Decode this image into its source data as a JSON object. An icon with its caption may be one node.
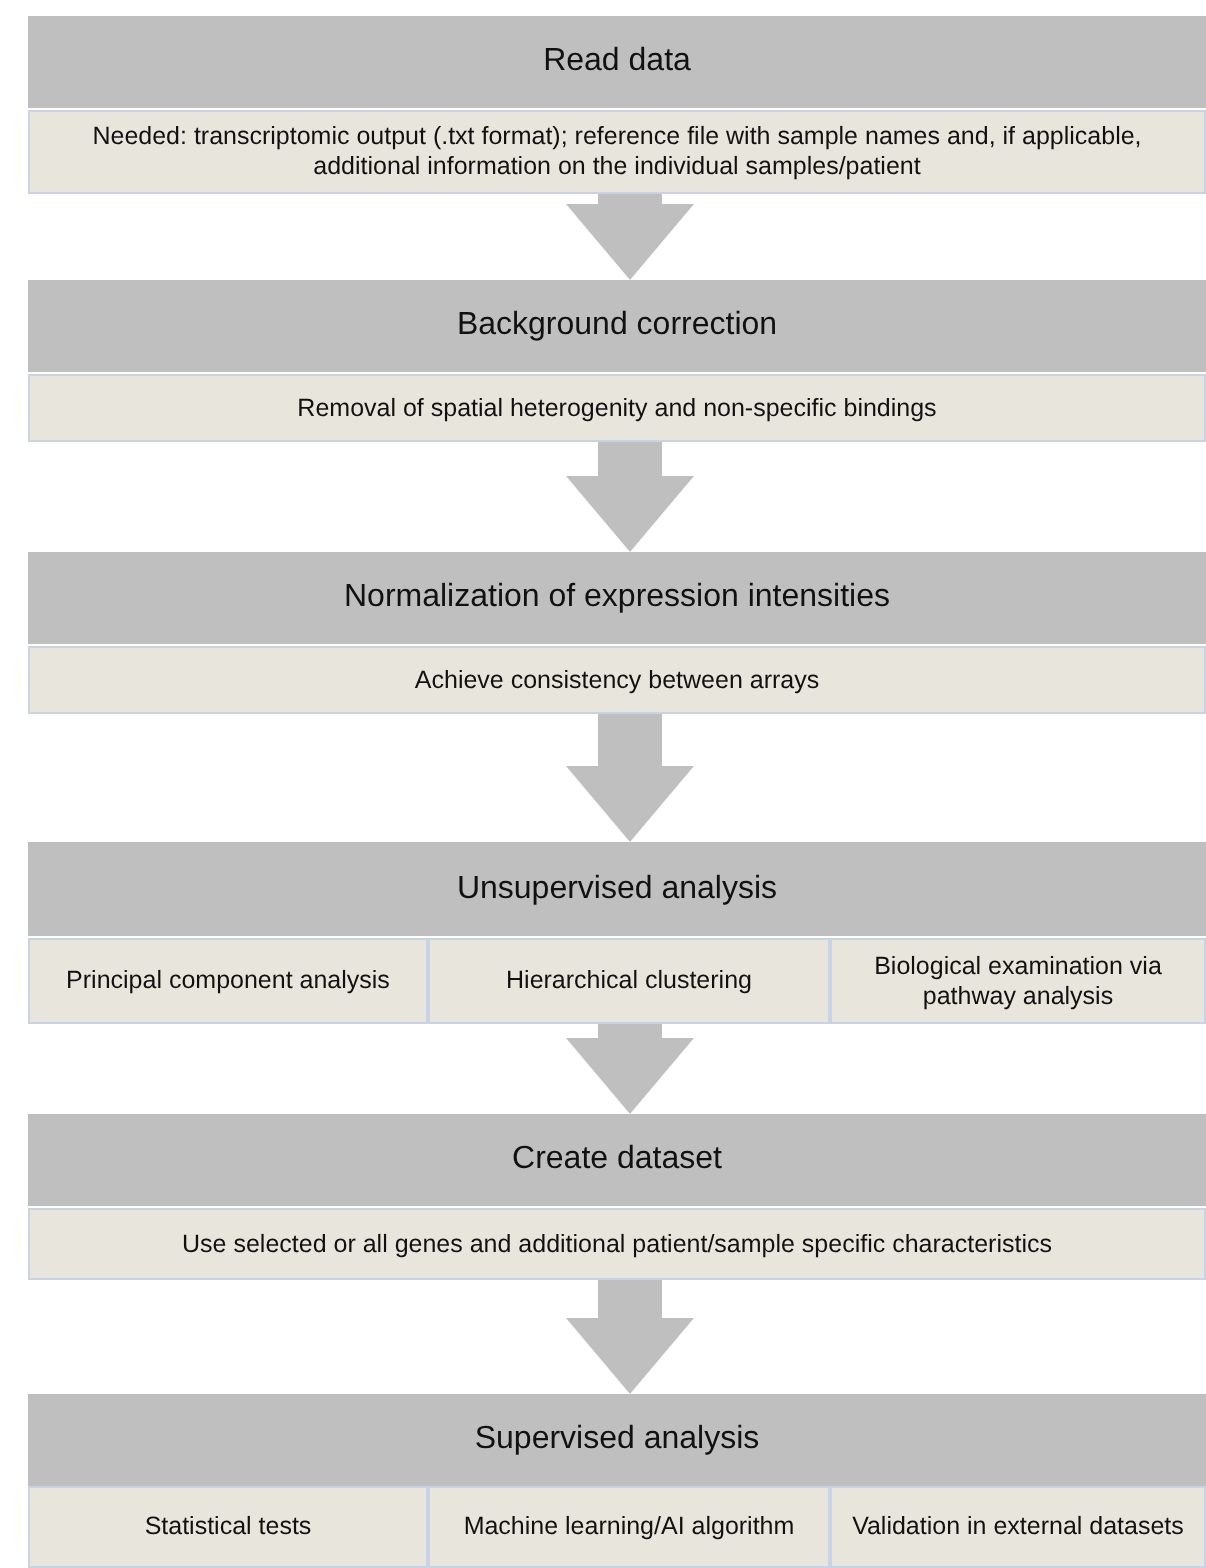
{
  "diagram": {
    "nodes": [
      {
        "text": [
          "Read data"
        ]
      },
      {
        "text": [
          "Needed: transcriptomic output (.txt format); reference file with sample names and, if applicable, additional information on the individual samples/patient"
        ]
      },
      {
        "text": [
          "Background correction"
        ]
      },
      {
        "text": [
          "Removal of spatial heterogenity and non-specific bindings"
        ]
      },
      {
        "text": [
          "Normalization of expression intensities"
        ]
      },
      {
        "text": [
          "Achieve consistency between arrays"
        ]
      },
      {
        "text": [
          "Unsupervised analysis"
        ]
      },
      {
        "text": [
          "Principal component analysis"
        ]
      },
      {
        "text": [
          "Hierarchical clustering"
        ]
      },
      {
        "text": [
          "Biological examination via pathway analysis"
        ]
      },
      {
        "text": [
          "Create dataset"
        ]
      },
      {
        "text": [
          "Use selected or all genes and additional patient/sample specific characteristics"
        ]
      },
      {
        "text": [
          "Supervised analysis"
        ]
      },
      {
        "text": [
          "Statistical tests"
        ]
      },
      {
        "text": [
          "Machine learning/AI algorithm"
        ]
      },
      {
        "text": [
          "Validation in external datasets"
        ]
      }
    ],
    "edges": [
      {
        "from": 1,
        "to": 2,
        "arrow": "to"
      },
      {
        "from": 3,
        "to": 4,
        "arrow": "to"
      },
      {
        "from": 5,
        "to": 6,
        "arrow": "to"
      },
      {
        "from": 8,
        "to": 10,
        "arrow": "to"
      },
      {
        "from": 11,
        "to": 12,
        "arrow": "to"
      }
    ]
  }
}
